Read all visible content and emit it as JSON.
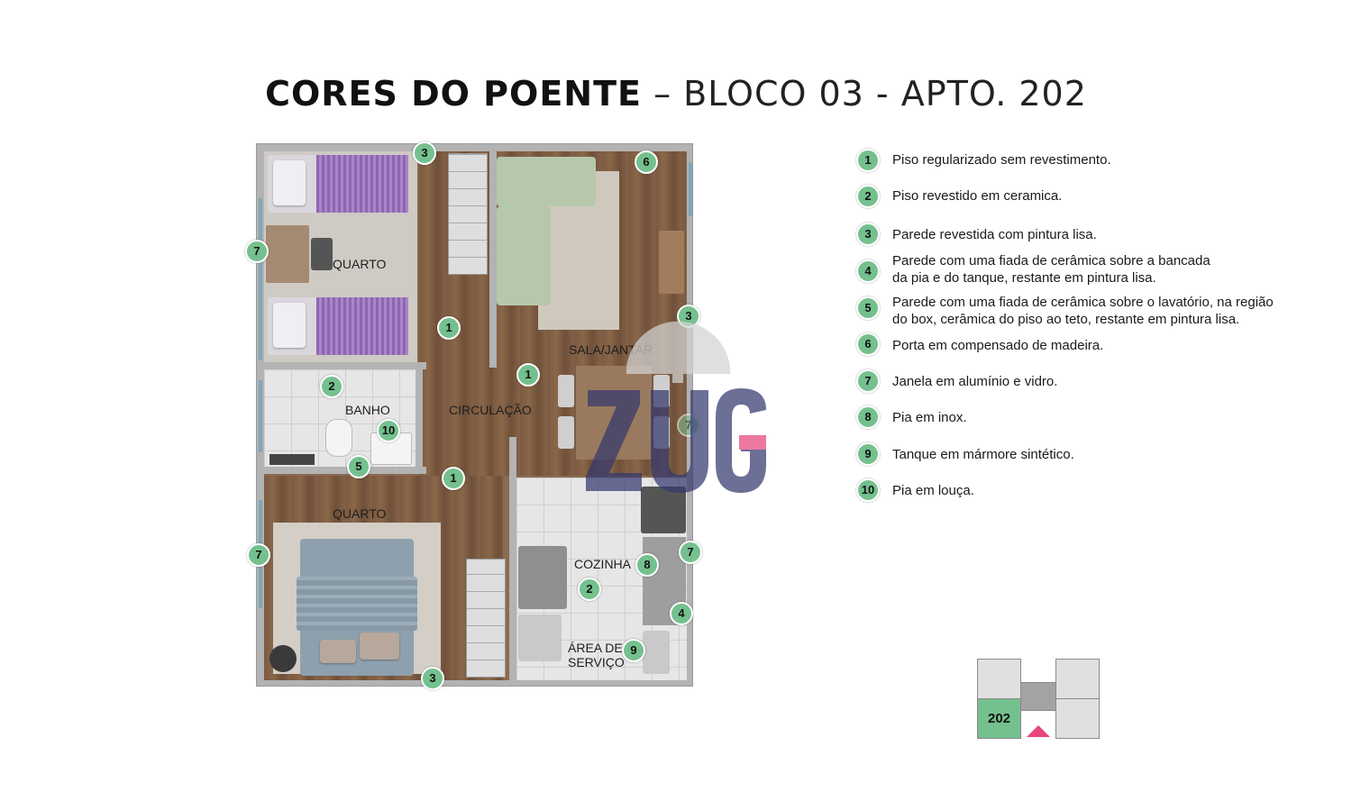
{
  "title": {
    "bold": "CORES DO POENTE",
    "light": "– BLOCO 03 - APTO. 202"
  },
  "rooms": {
    "quarto_top": "QUARTO",
    "banho": "BANHO",
    "circulacao": "CIRCULAÇÃO",
    "sala": "SALA/JANTAR",
    "quarto_bottom": "QUARTO",
    "cozinha": "COZINHA",
    "area_line1": "ÁREA DE",
    "area_line2": "SERVIÇO"
  },
  "markers": {
    "m3_top": "3",
    "m6": "6",
    "m7_left_top": "7",
    "m1_circ_top": "1",
    "m3_right": "3",
    "m1_sala": "1",
    "m2_banho": "2",
    "m10": "10",
    "m7_sala": "7",
    "m5": "5",
    "m1_circ_bottom": "1",
    "m7_left_bottom": "7",
    "m7_kitchen": "7",
    "m8": "8",
    "m2_kitchen": "2",
    "m4": "4",
    "m9": "9",
    "m3_bottom": "3"
  },
  "legend": [
    {
      "num": "1",
      "text": "Piso regularizado sem revestimento."
    },
    {
      "num": "2",
      "text": "Piso revestido em ceramica."
    },
    {
      "num": "3",
      "text": "Parede revestida com pintura lisa."
    },
    {
      "num": "4",
      "text": "Parede com uma fiada de cerâmica sobre a bancada",
      "text2": "da pia e do tanque, restante em pintura lisa."
    },
    {
      "num": "5",
      "text": "Parede com uma fiada de cerâmica sobre o lavatório, na região",
      "text2": "do box, cerâmica do piso ao teto, restante em pintura lisa."
    },
    {
      "num": "6",
      "text": "Porta em compensado de madeira."
    },
    {
      "num": "7",
      "text": "Janela em alumínio e vidro."
    },
    {
      "num": "8",
      "text": "Pia em inox."
    },
    {
      "num": "9",
      "text": "Tanque em mármore sintético."
    },
    {
      "num": "10",
      "text": "Pia em louça."
    }
  ],
  "keyplan": {
    "unit": "202"
  },
  "colors": {
    "marker_green": "#74c08e",
    "accent_pink": "#e8457c",
    "watermark_blue": "#34386e"
  },
  "icons": {
    "watermark": "zug-logo-watermark",
    "position_indicator": "triangle-up-icon"
  }
}
